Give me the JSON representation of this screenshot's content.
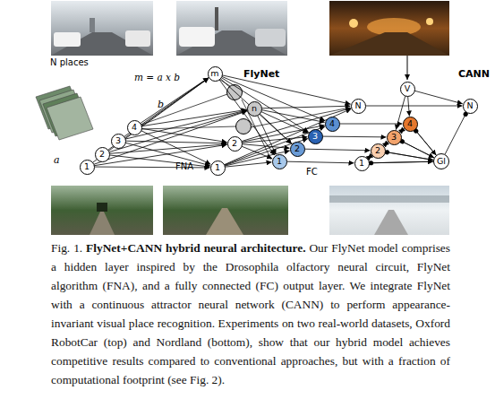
{
  "diagram": {
    "caption": "Fig. 1. FlyNet+CANN hybrid neural architecture. Our FlyNet model comprises a hidden layer inspired by the Drosophila olfactory neural circuit, FlyNet algorithm (FNA), and a fully connected (FC) output layer. We integrate FlyNet with a continuous attractor neural network (CANN) to perform appearance-invariant visual place recognition. Experiments on two real-world datasets, Oxford RobotCar (top) and Nordland (bottom), show that our hybrid model achieves competitive results compared to conventional approaches, but with a fraction of computational footprint (see Fig. 2).",
    "nodes": [
      {
        "text": [
          "1"
        ]
      },
      {
        "text": [
          "2"
        ]
      },
      {
        "text": [
          "3"
        ]
      },
      {
        "text": [
          "4"
        ]
      },
      {
        "text": [
          "m"
        ]
      },
      {
        "text": [
          "n"
        ]
      },
      {
        "text": [
          "2"
        ]
      },
      {
        "text": [
          "1"
        ]
      },
      {
        "text": [
          "1"
        ]
      },
      {
        "text": [
          "2"
        ]
      },
      {
        "text": [
          "3"
        ]
      },
      {
        "text": [
          "4"
        ]
      },
      {
        "text": [
          "N"
        ]
      },
      {
        "text": [
          "V"
        ]
      },
      {
        "text": [
          "N"
        ]
      },
      {
        "text": [
          "4"
        ]
      },
      {
        "text": [
          "3"
        ]
      },
      {
        "text": [
          "2"
        ]
      },
      {
        "text": [
          "1"
        ]
      },
      {
        "text": [
          "Gl"
        ]
      }
    ],
    "edges": [
      {
        "from": 0,
        "to": 4,
        "arrow": "to"
      },
      {
        "from": 0,
        "to": 5,
        "arrow": "to"
      },
      {
        "from": 0,
        "to": 6,
        "arrow": "to"
      },
      {
        "from": 0,
        "to": 7,
        "arrow": "to"
      },
      {
        "from": 1,
        "to": 4,
        "arrow": "to"
      },
      {
        "from": 1,
        "to": 5,
        "arrow": "to"
      },
      {
        "from": 1,
        "to": 6,
        "arrow": "to"
      },
      {
        "from": 1,
        "to": 7,
        "arrow": "to"
      },
      {
        "from": 2,
        "to": 4,
        "arrow": "to"
      },
      {
        "from": 2,
        "to": 5,
        "arrow": "to"
      },
      {
        "from": 2,
        "to": 6,
        "arrow": "to"
      },
      {
        "from": 2,
        "to": 7,
        "arrow": "to"
      },
      {
        "from": 3,
        "to": 4,
        "arrow": "to"
      },
      {
        "from": 3,
        "to": 5,
        "arrow": "to"
      },
      {
        "from": 3,
        "to": 6,
        "arrow": "to"
      },
      {
        "from": 3,
        "to": 7,
        "arrow": "to"
      },
      {
        "from": 4,
        "to": 8,
        "arrow": "to"
      },
      {
        "from": 4,
        "to": 9,
        "arrow": "to"
      },
      {
        "from": 4,
        "to": 10,
        "arrow": "to"
      },
      {
        "from": 4,
        "to": 11,
        "arrow": "to"
      },
      {
        "from": 4,
        "to": 12,
        "arrow": "to"
      },
      {
        "from": 5,
        "to": 8,
        "arrow": "to"
      },
      {
        "from": 5,
        "to": 9,
        "arrow": "to"
      },
      {
        "from": 5,
        "to": 10,
        "arrow": "to"
      },
      {
        "from": 5,
        "to": 11,
        "arrow": "to"
      },
      {
        "from": 5,
        "to": 12,
        "arrow": "to"
      },
      {
        "from": 6,
        "to": 8,
        "arrow": "to"
      },
      {
        "from": 6,
        "to": 9,
        "arrow": "to"
      },
      {
        "from": 6,
        "to": 10,
        "arrow": "to"
      },
      {
        "from": 6,
        "to": 11,
        "arrow": "to"
      },
      {
        "from": 6,
        "to": 12,
        "arrow": "to"
      },
      {
        "from": 7,
        "to": 8,
        "arrow": "to"
      },
      {
        "from": 7,
        "to": 9,
        "arrow": "to"
      },
      {
        "from": 7,
        "to": 10,
        "arrow": "to"
      },
      {
        "from": 7,
        "to": 11,
        "arrow": "to"
      },
      {
        "from": 7,
        "to": 12,
        "arrow": "to"
      },
      {
        "from": 8,
        "to": 18,
        "arrow": "to"
      },
      {
        "from": 9,
        "to": 17,
        "arrow": "to"
      },
      {
        "from": 10,
        "to": 16,
        "arrow": "to"
      },
      {
        "from": 11,
        "to": 15,
        "arrow": "to"
      },
      {
        "from": 12,
        "to": 14,
        "arrow": "to"
      },
      {
        "from": 13,
        "to": 15,
        "arrow": "to"
      },
      {
        "from": 13,
        "to": 16,
        "arrow": "to"
      },
      {
        "from": 13,
        "to": 14,
        "arrow": "to"
      },
      {
        "from": 18,
        "to": 17,
        "arrow": "both"
      },
      {
        "from": 17,
        "to": 16,
        "arrow": "both"
      },
      {
        "from": 16,
        "to": 15,
        "arrow": "both"
      },
      {
        "from": 18,
        "to": 19,
        "arrow": "to"
      },
      {
        "from": 17,
        "to": 19,
        "arrow": "to"
      },
      {
        "from": 16,
        "to": 19,
        "arrow": "to"
      },
      {
        "from": 15,
        "to": 19,
        "arrow": "to"
      },
      {
        "from": 19,
        "to": 18,
        "arrow": "to"
      },
      {
        "from": 19,
        "to": 17,
        "arrow": "to"
      },
      {
        "from": 19,
        "to": 16,
        "arrow": "to"
      },
      {
        "from": 19,
        "to": 15,
        "arrow": "to"
      },
      {
        "from": 19,
        "to": 14,
        "arrow": "to"
      }
    ],
    "labels": [
      "N places",
      "m = a x b",
      "b",
      "a",
      "FNA",
      "FC",
      "FlyNet",
      "CANN"
    ]
  }
}
